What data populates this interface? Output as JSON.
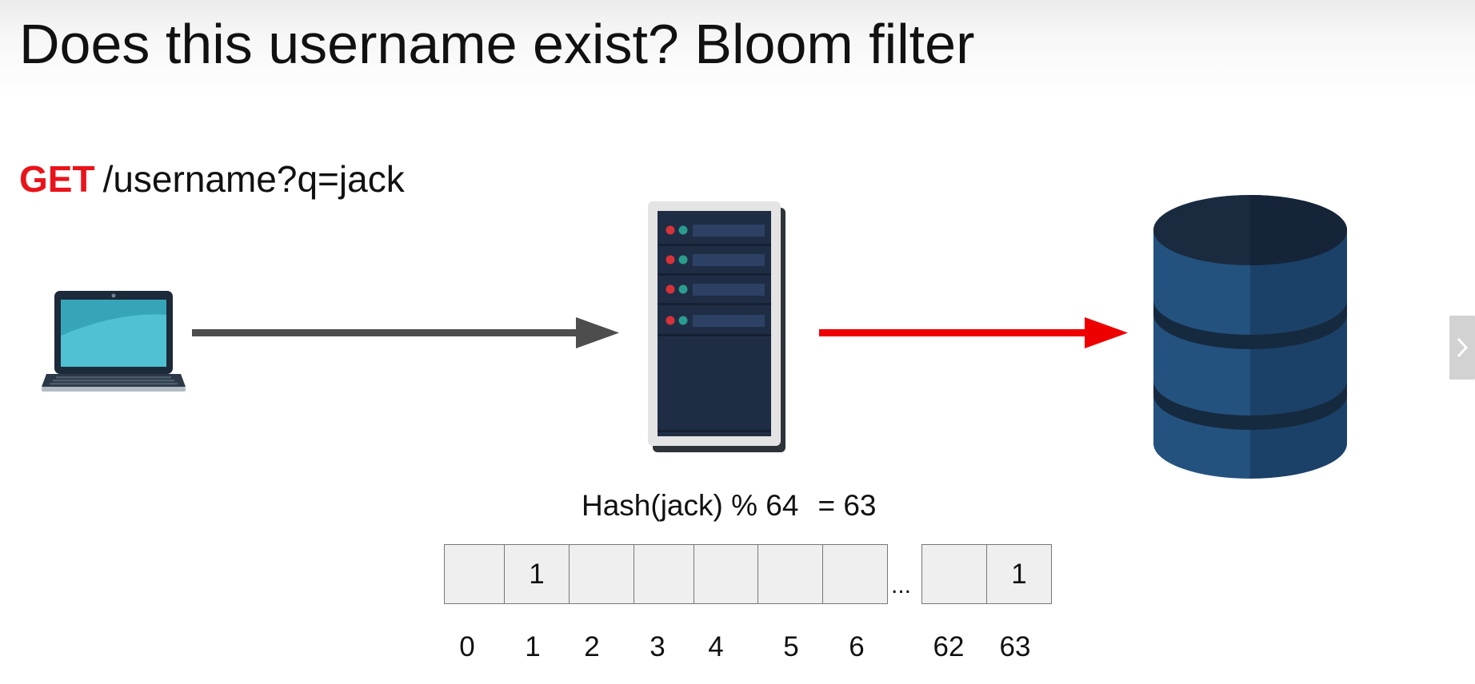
{
  "slide": {
    "title": "Does this username exist? Bloom filter"
  },
  "request": {
    "method": "GET",
    "path": "/username?q=jack"
  },
  "hash": {
    "expression": "Hash(jack) % 64",
    "result": "= 63"
  },
  "bit_array": {
    "cells": [
      {
        "value": ""
      },
      {
        "value": "1"
      },
      {
        "value": ""
      },
      {
        "value": ""
      },
      {
        "value": ""
      },
      {
        "value": ""
      },
      {
        "value": ""
      },
      {
        "value": ""
      },
      {
        "value": "1"
      }
    ],
    "indices": [
      "0",
      "1",
      "2",
      "3",
      "4",
      "5",
      "6",
      "62",
      "63"
    ],
    "ellipsis": "..."
  },
  "colors": {
    "method": "#e8141a",
    "client_arrow": "#4d4d4d",
    "db_arrow": "#ee0000",
    "server_body": "#1f2d44",
    "database_left": "#24527f",
    "database_right": "#1b4168",
    "database_dark": "#162a3f"
  },
  "icons": {
    "client": "laptop-icon",
    "server": "server-rack-icon",
    "database": "database-icon",
    "next": "chevron-right-icon"
  }
}
